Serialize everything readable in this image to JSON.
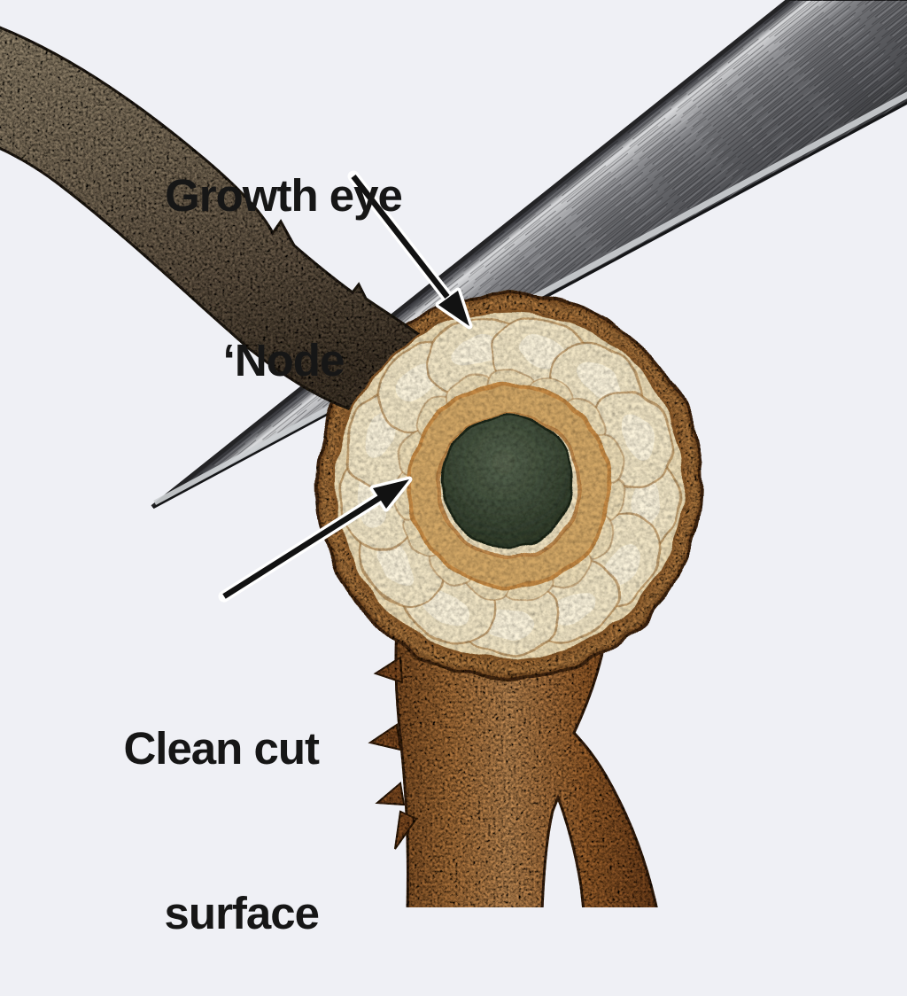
{
  "figure": {
    "background_color": "#eff0f5",
    "description": "Botanical pruning diagram: a knife blade slicing a stem at a node, exposing a clean circular cut surface with pale tissue, a golden cambium ring and a dark green pith center"
  },
  "labels": {
    "growth_eye_node": {
      "line1": "Growth eye",
      "line2": "‘Node"
    },
    "clean_cut_surface": {
      "line1": "Clean cut",
      "line2": "surface"
    }
  },
  "annotations": {
    "arrow_color": "#121212",
    "arrow_outline": "#ffffff",
    "arrow_to_node_points_at": "top edge of the cut at the node",
    "arrow_to_cut_points_at": "clean cut surface of the stem"
  },
  "parts": {
    "knife_blade": {
      "steel_dark": "#2a2a2d",
      "steel_mid": "#67686c",
      "steel_highlight": "#d8d9db"
    },
    "upper_branch_bark": "#84755f",
    "lower_stem_bark": "#a4662f",
    "cross_section": {
      "bark_rim": "#a86e36",
      "tissue": "#f0e3c2",
      "cambium_ring": "#d2a766",
      "pith_center": "#36422f"
    }
  }
}
